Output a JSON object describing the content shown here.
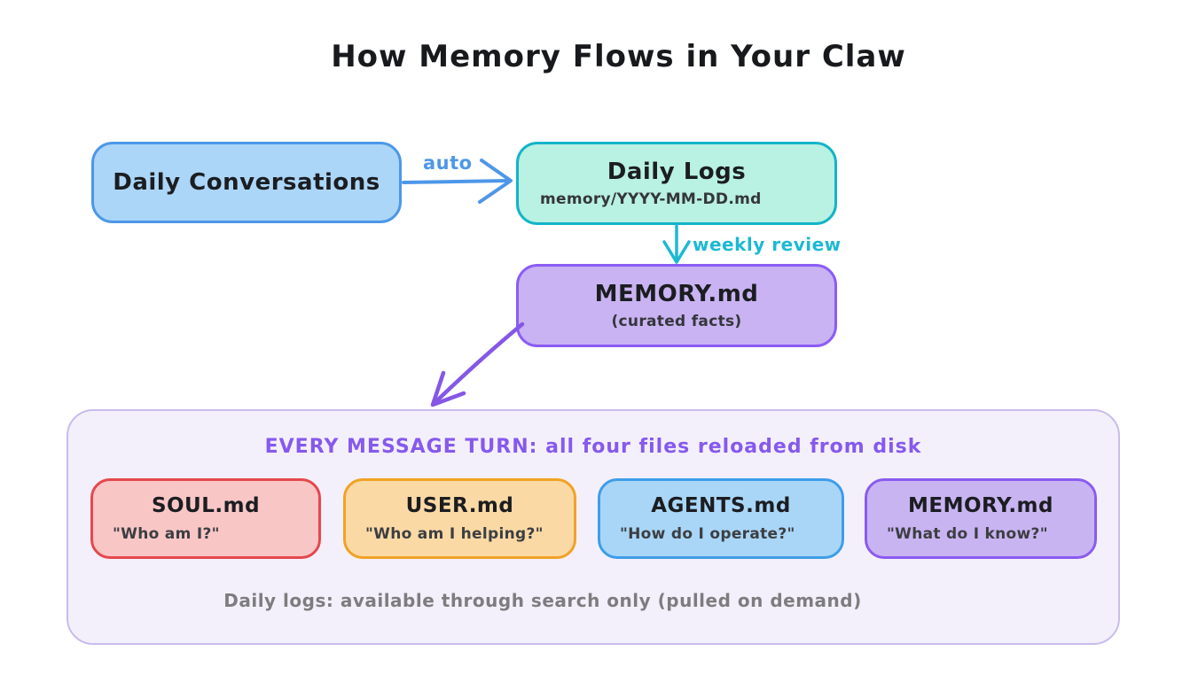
{
  "title": "How Memory Flows in Your Claw",
  "flow": {
    "daily_conversations": {
      "label": "Daily Conversations",
      "fill": "#abd6f8",
      "border": "#4d97e8"
    },
    "daily_logs": {
      "label": "Daily Logs",
      "path": "memory/YYYY-MM-DD.md",
      "fill": "#b9f1e2",
      "border": "#13b4c8"
    },
    "memory_curated": {
      "label": "MEMORY.md",
      "sublabel": "(curated facts)",
      "fill": "#c9b3f2",
      "border": "#8b5cf6"
    }
  },
  "arrows": {
    "auto": {
      "label": "auto",
      "color": "#4d97e8"
    },
    "weekly_review": {
      "label": "weekly review",
      "color": "#1cb9d3"
    },
    "reload": {
      "color": "#8557e6"
    }
  },
  "reload_panel": {
    "header": "EVERY MESSAGE TURN: all four files reloaded from disk",
    "header_color": "#8659ee",
    "fill": "#f4f0fb",
    "border": "#c9bcee",
    "note": "Daily logs: available through search only (pulled on demand)",
    "note_color": "#7d7d7f",
    "files": [
      {
        "name": "SOUL.md",
        "question": "\"Who am I?\"",
        "fill": "#f9c6c6",
        "border": "#e5484d"
      },
      {
        "name": "USER.md",
        "question": "\"Who am I helping?\"",
        "fill": "#fbd9a4",
        "border": "#f0a226"
      },
      {
        "name": "AGENTS.md",
        "question": "\"How do I operate?\"",
        "fill": "#a9d6f7",
        "border": "#3e9de9"
      },
      {
        "name": "MEMORY.md",
        "question": "\"What do I know?\"",
        "fill": "#c9b4f2",
        "border": "#8a5bf0"
      }
    ]
  }
}
